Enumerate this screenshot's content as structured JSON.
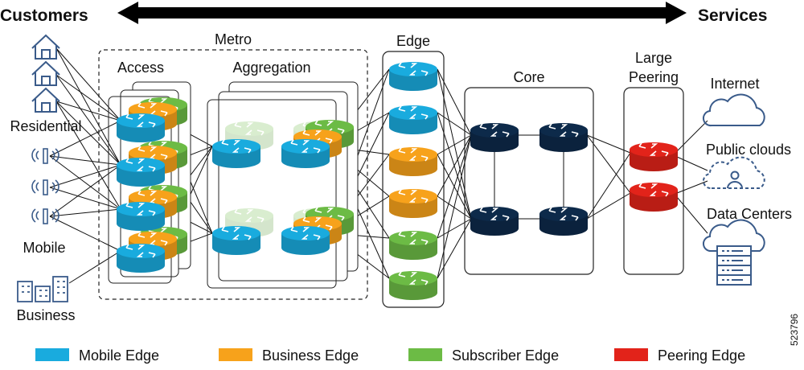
{
  "header": {
    "left": "Customers",
    "right": "Services"
  },
  "regions": {
    "metro": "Metro",
    "access": "Access",
    "aggregation": "Aggregation",
    "edge": "Edge",
    "core": "Core",
    "peering_line1": "Large",
    "peering_line2": "Peering"
  },
  "customers": {
    "residential": "Residential",
    "mobile": "Mobile",
    "business": "Business"
  },
  "services": {
    "internet": "Internet",
    "public_clouds": "Public clouds",
    "data_centers": "Data Centers"
  },
  "legend": [
    {
      "label": "Mobile Edge",
      "color": "#19ABDE"
    },
    {
      "label": "Business Edge",
      "color": "#F7A21B"
    },
    {
      "label": "Subscriber Edge",
      "color": "#6CBB45"
    },
    {
      "label": "Peering Edge",
      "color": "#E2231A"
    }
  ],
  "colors": {
    "core": "#0D2A4A"
  },
  "figure_id": "523796"
}
